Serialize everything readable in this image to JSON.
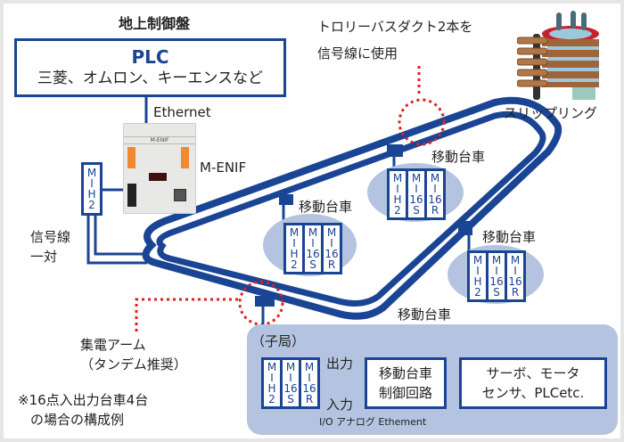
{
  "colors": {
    "primary": "#1a4494",
    "light": "#b4c4e0",
    "accent": "#e02020"
  },
  "ground_panel": {
    "title": "地上制御盤"
  },
  "plc": {
    "name": "PLC",
    "vendors": "三菱、オムロン、キーエンスなど"
  },
  "ethernet_label": "Ethernet",
  "menif": {
    "label": "M-ENIF",
    "device_text": "M-ENIF"
  },
  "master_module": {
    "lines": [
      "M",
      "I",
      "H",
      "2"
    ]
  },
  "signal_pair_label": {
    "line1": "信号線",
    "line2": "一対"
  },
  "trolley_note": {
    "line1": "トロリーバスダクト2本を",
    "line2": "信号線に使用"
  },
  "slipring_label": "スリップリング",
  "collector_note": {
    "line1": "集電アーム",
    "line2": "（タンデム推奨）"
  },
  "footnote": {
    "line1": "※16点入出力台車4台",
    "line2": "の場合の構成例"
  },
  "carts": [
    {
      "label": "移動台車"
    },
    {
      "label": "移動台車"
    },
    {
      "label": "移動台車"
    },
    {
      "label": "移動台車"
    }
  ],
  "cart_modules": [
    {
      "lines": [
        "M",
        "I",
        "H",
        "2"
      ]
    },
    {
      "lines": [
        "M",
        "I",
        "16",
        "S"
      ]
    },
    {
      "lines": [
        "M",
        "I",
        "16",
        "R"
      ]
    }
  ],
  "child_station": {
    "title": "（子局）",
    "output_label": "出力",
    "input_label": "入力",
    "control_circuit": {
      "line1": "移動台車",
      "line2": "制御回路"
    },
    "devices": {
      "line1": "サーボ、モータ",
      "line2": "センサ、PLCetc."
    },
    "io_note": "I/O アナログ Ethement"
  }
}
